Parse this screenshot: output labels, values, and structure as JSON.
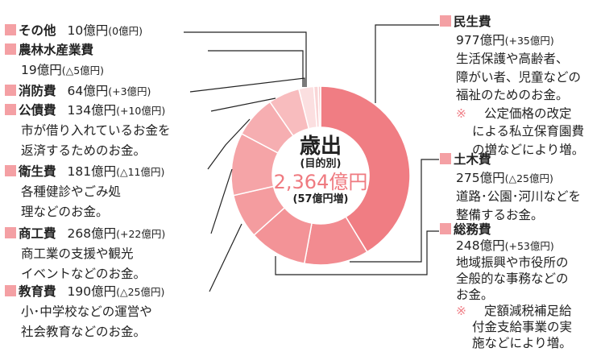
{
  "chart_data": {
    "type": "pie",
    "title": "歳出",
    "subtitle": "(目的別)",
    "total": "2,364億円",
    "total_change": "(57億円増)",
    "unit": "億円",
    "categories": [
      "民生費",
      "土木費",
      "総務費",
      "教育費",
      "商工費",
      "衛生費",
      "公債費",
      "消防費",
      "農林水産業費",
      "その他"
    ],
    "values": [
      977,
      275,
      248,
      190,
      268,
      181,
      134,
      64,
      19,
      10
    ],
    "colors": [
      "#f07d83",
      "#f28b90",
      "#f39397",
      "#f49c9f",
      "#f5a4a7",
      "#f6aeb1",
      "#f8bcbe",
      "#fbdfe0",
      "#f9d5d6",
      "#f8c9cb"
    ]
  },
  "items": {
    "sonota": {
      "name": "その他",
      "amount": "10億円",
      "change": "(0億円)"
    },
    "norin": {
      "name": "農林水産業費",
      "amount": "19億円",
      "change": "(△5億円)"
    },
    "shobo": {
      "name": "消防費",
      "amount": "64億円",
      "change": "(+3億円)"
    },
    "kosai": {
      "name": "公債費",
      "amount": "134億円",
      "change": "(+10億円)",
      "desc": [
        "市が借り入れているお金を",
        "返済するためのお金。"
      ]
    },
    "eisei": {
      "name": "衛生費",
      "amount": "181億円",
      "change": "(△11億円)",
      "desc": [
        "各種健診やごみ処",
        "理などのお金。"
      ]
    },
    "shoko": {
      "name": "商工費",
      "amount": "268億円",
      "change": "(+22億円)",
      "desc": [
        "商工業の支援や観光",
        "イベントなどのお金。"
      ]
    },
    "kyoiku": {
      "name": "教育費",
      "amount": "190億円",
      "change": "(△25億円)",
      "desc": [
        "小･中学校などの運営や",
        "社会教育などのお金。"
      ]
    },
    "minsei": {
      "name": "民生費",
      "amount": "977億円",
      "change": "(+35億円)",
      "desc": [
        "生活保護や高齢者、",
        "障がい者、児童などの",
        "福祉のためのお金。"
      ],
      "note_mark": "※",
      "note": [
        "公定価格の改定",
        "による私立保育園費",
        "の増などにより増。"
      ]
    },
    "doboku": {
      "name": "土木費",
      "amount": "275億円",
      "change": "(△25億円)",
      "desc": [
        "道路･公園･河川などを",
        "整備するお金。"
      ]
    },
    "somu": {
      "name": "総務費",
      "amount": "248億円",
      "change": "(+53億円)",
      "desc": [
        "地域振興や市役所の",
        "全般的な事務などの",
        "お金。"
      ],
      "note_mark": "※",
      "note": [
        "定額減税補足給",
        "付金支給事業の実",
        "施などにより増。"
      ]
    }
  }
}
